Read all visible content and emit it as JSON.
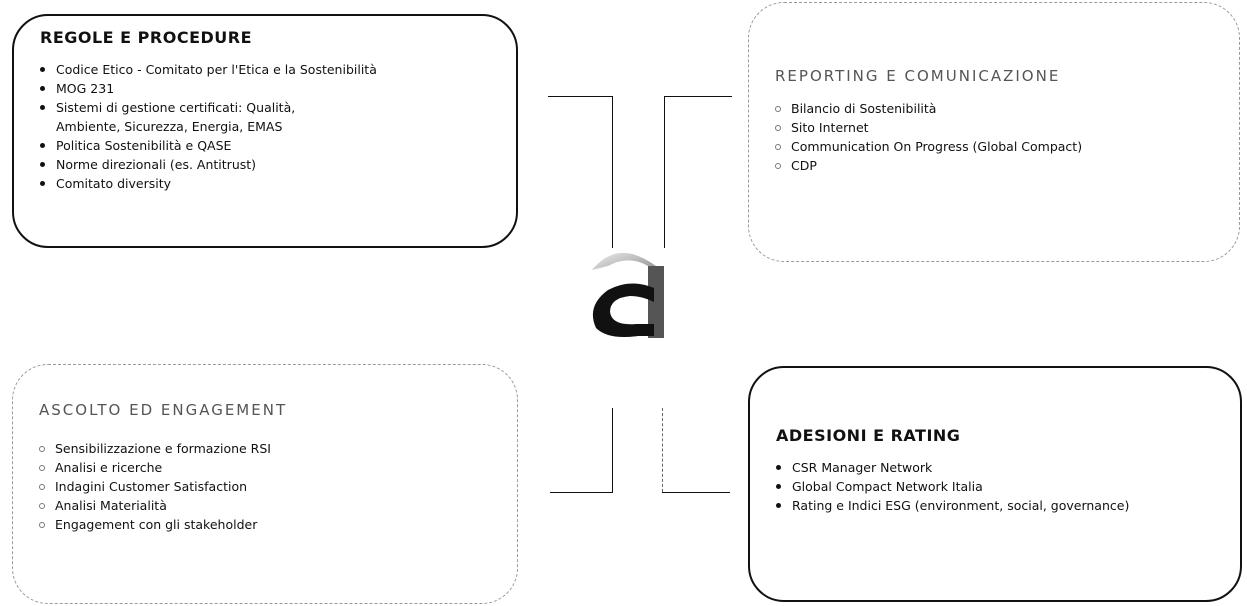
{
  "regole": {
    "title": "REGOLE E PROCEDURE",
    "items": [
      "Codice Etico - Comitato per l'Etica e la Sostenibilità",
      "MOG 231",
      "Sistemi di gestione certificati: Qualità, Ambiente, Sicurezza, Energia, EMAS",
      "Politica Sostenibilità e QASE",
      "Norme direzionali (es. Antitrust)",
      "Comitato diversity"
    ]
  },
  "reporting": {
    "title": "REPORTING E COMUNICAZIONE",
    "items": [
      "Bilancio di Sostenibilità",
      "Sito Internet",
      "Communication On Progress (Global Compact)",
      "CDP"
    ]
  },
  "ascolto": {
    "title": "ASCOLTO ED ENGAGEMENT",
    "items": [
      "Sensibilizzazione e formazione RSI",
      "Analisi e ricerche",
      "Indagini Customer Satisfaction",
      "Analisi Materialità",
      "Engagement con gli stakeholder"
    ]
  },
  "adesioni": {
    "title": "ADESIONI E RATING",
    "items": [
      "CSR Manager Network",
      "Global Compact Network Italia",
      "Rating e Indici ESG (environment, social, governance)"
    ]
  }
}
